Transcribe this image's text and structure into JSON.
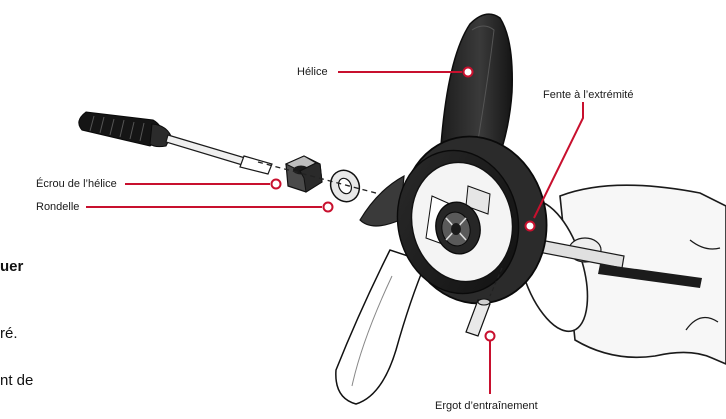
{
  "labels": {
    "propeller": "Hélice",
    "end_slot": "Fente à l’extrémité",
    "propeller_nut": "Écrou de l’hélice",
    "washer": "Rondelle",
    "drive_pin": "Ergot d’entraînement"
  },
  "cut_off_text": {
    "heading_fragment": "uer",
    "line1_fragment": "ré.",
    "line2_fragment": "nt de"
  },
  "colors": {
    "callout": "#c8102e",
    "outline": "#1a1a1a",
    "light_fill": "#f2f2f2",
    "mid_fill": "#d9d9d9",
    "dark_fill": "#222222"
  },
  "icons": [
    "screwdriver-icon",
    "nut-icon",
    "washer-icon",
    "propeller-icon",
    "motor-shaft-icon",
    "drive-pin-icon"
  ]
}
